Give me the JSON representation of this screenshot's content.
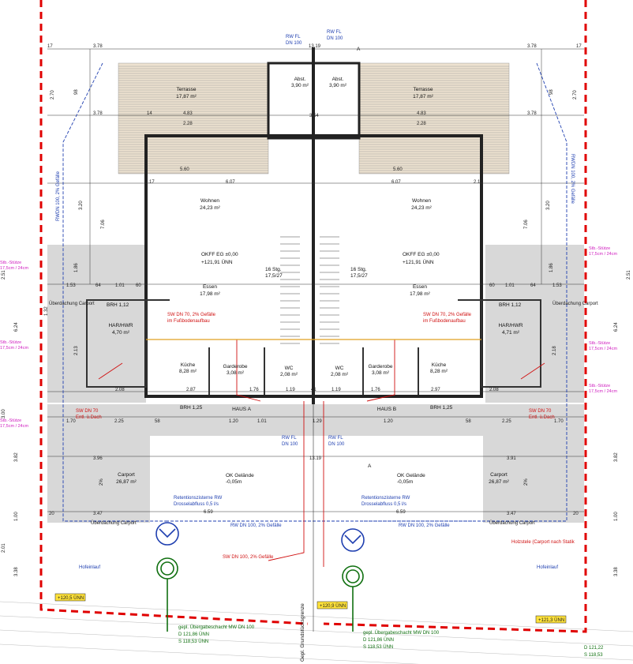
{
  "plan": {
    "terraces": [
      {
        "name": "Terrasse",
        "area": "17,87 m²"
      },
      {
        "name": "Terrasse",
        "area": "17,87 m²"
      }
    ],
    "storage": [
      {
        "name": "Abst.",
        "area": "3,90 m²"
      },
      {
        "name": "Abst.",
        "area": "3,90 m²"
      }
    ],
    "living": [
      {
        "name": "Wohnen",
        "area": "24,23 m²"
      },
      {
        "name": "Wohnen",
        "area": "24,23 m²"
      }
    ],
    "dining": [
      {
        "name": "Essen",
        "area": "17,98 m²"
      },
      {
        "name": "Essen",
        "area": "17,98 m²"
      }
    ],
    "kitchen": [
      {
        "name": "Küche",
        "area": "8,28 m²"
      },
      {
        "name": "Küche",
        "area": "8,28 m²"
      }
    ],
    "wardrobe": [
      {
        "name": "Garderobe",
        "area": "3,08 m²"
      },
      {
        "name": "Garderobe",
        "area": "3,08 m²"
      }
    ],
    "wc": [
      {
        "name": "WC",
        "area": "2,08 m²"
      },
      {
        "name": "WC",
        "area": "2,08 m²"
      }
    ],
    "utility": [
      {
        "name": "HAR/HWR",
        "area": "4,70 m²"
      },
      {
        "name": "HAR/HWR",
        "area": "4,71 m²"
      }
    ],
    "carports": [
      {
        "name": "Carport",
        "area": "26,87 m²"
      },
      {
        "name": "Carport",
        "area": "26,87 m²"
      }
    ],
    "houses": [
      "HAUS A",
      "HAUS B"
    ],
    "okff": [
      "OKFF EG ±0,00",
      "+121,91 ÜNN"
    ],
    "stairs": [
      "16 Stg.",
      "17,5/27"
    ],
    "ok_gelaende": [
      "OK Gelände",
      "-0,05m"
    ],
    "brh": [
      "BRH 1,12",
      "BRH 1,25"
    ],
    "pipes": {
      "rw_fl": "RW FL",
      "dn100": "DN 100",
      "sw70": "SW DN 70, 2% Gefälle",
      "sw70_sub": "im Fußbodenaufbau",
      "sw70_short": "SW DN 70",
      "ent_dach": "Entl. ü.Dach",
      "rw100": "RW DN 100, 2% Gefälle",
      "rwdn100": "RWDN 100, 2% Gefälle",
      "sw100": "SW DN 100, 2% Gefälle"
    },
    "retention": [
      "Retentionszisterne RW",
      "Drosselabfluss 0,5 l/s"
    ],
    "shaft": {
      "label": "gepl. Übergabeschacht MW DN 100",
      "d": "D 121,86 ÜNN",
      "s": "S 118,53 ÜNN"
    },
    "support": [
      "Stb.-Stütze",
      "17,5cm / 24cm"
    ],
    "ueberdachung": "Überdachung Carport",
    "holzstele": "Holzstele (Carport nach Statik",
    "hofeinlauf": "Hofeinlauf",
    "boundary": "Gepl. Grundstücksgrenze",
    "levels": [
      "+120,5 ÜNN",
      "+120,9 ÜNN",
      "+121,3 ÜNN"
    ],
    "corner": [
      "D 121,22",
      "S 118,53"
    ],
    "section_mark": "A",
    "dims": {
      "d378": "3.78",
      "d13_19": "13.19",
      "d17": "17",
      "d270": "2.70",
      "d19": "1.19",
      "d14": "14",
      "d483": "4.83",
      "d228": "2.28",
      "d354": "3.54",
      "d560": "5.60",
      "d607": "6.07",
      "d217": "2.17",
      "d320": "3.20",
      "d706": "7.06",
      "d153": "1.53",
      "d101": "1.01",
      "d60": "60",
      "d64": "64",
      "d208": "2.08",
      "d287": "2.87",
      "d176": "1.76",
      "d119": "1.19",
      "d41": "41",
      "d297": "2.97",
      "d170": "1.70",
      "d225": "2.25",
      "d58": "58",
      "d120": "1.20",
      "d129": "1.29",
      "d396": "3.96",
      "d391": "3.91",
      "d347": "3.47",
      "d20": "20",
      "d659": "6.59",
      "d100": "1.00",
      "d382": "3.82",
      "d624": "6.24",
      "d251": "2.51",
      "d300": "3.00",
      "d201": "2.01",
      "d338": "3.38",
      "d98": "98",
      "d213": "2.13",
      "d218": "2.18",
      "d186": "1.86",
      "d132": "1.32",
      "d2_6": "2%"
    }
  }
}
